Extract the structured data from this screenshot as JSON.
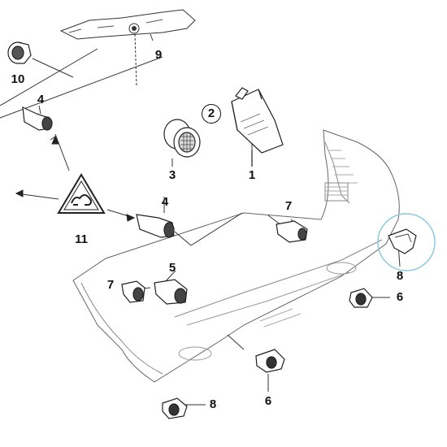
{
  "callouts": {
    "c1": "1",
    "c2": "2",
    "c3": "3",
    "c4_top": "4",
    "c4_mid": "4",
    "c5": "5",
    "c6_right": "6",
    "c6_bottom": "6",
    "c7_right": "7",
    "c7_left": "7",
    "c8_right": "8",
    "c8_bottom": "8",
    "c9": "9",
    "c10": "10",
    "c11": "11"
  },
  "colors": {
    "line": "#222222",
    "outline": "#555555",
    "highlight_circle": "#8cc8e0"
  }
}
